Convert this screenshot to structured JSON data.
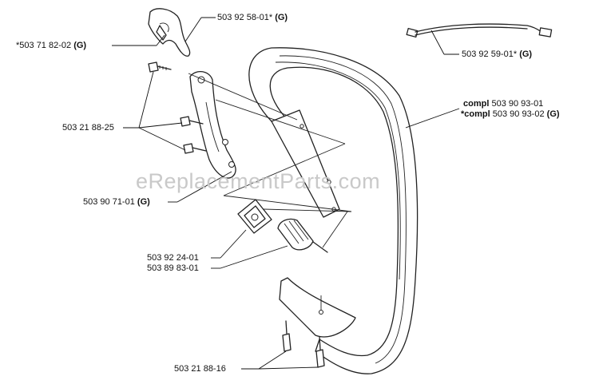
{
  "watermark": "eReplacementParts.com",
  "labels": {
    "throttle_lockout": "*503 71 82-02",
    "throttle_lockout_suffix": "(G)",
    "trigger": "503 92 58-01*",
    "trigger_suffix": "(G)",
    "heater_wire": "503 92 59-01*",
    "heater_wire_suffix": "(G)",
    "compl_prefix": "compl",
    "compl_1": "503 90 93-01",
    "compl_2_prefix": "*compl",
    "compl_2": "503 90 93-02",
    "compl_2_suffix": "(G)",
    "screw_upper": "503 21 88-25",
    "bracket": "503 90 71-01",
    "bracket_suffix": "(G)",
    "damper_holder": "503 92 24-01",
    "damper_spring": "503 89 83-01",
    "screw_lower": "503 21 88-16"
  }
}
